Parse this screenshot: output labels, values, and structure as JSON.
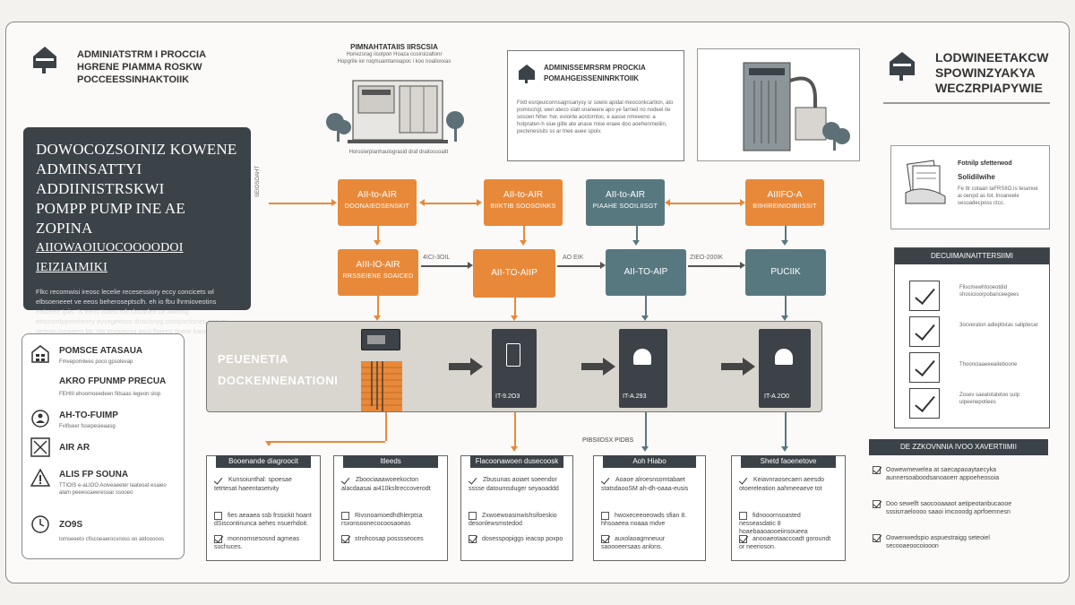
{
  "header_left": {
    "line1": "ADMINIATSTRM I PROCCIA",
    "line2": "HGRENE PIAMMA ROSKW",
    "line3": "POCCEESSINHAKTOIIK"
  },
  "header_right": {
    "line1": "LODWINEETAKCW",
    "line2": "SPOWINZYAKYA",
    "line3": "WECZRPIAPYWIE"
  },
  "top_unit_1": {
    "title": "PIMNAHTATAIIS IIRSCSIA",
    "sub1": "Horiezsrag iisolpon Hoaza ccoiroizaltonr",
    "sub2": "Hopgrile ior roqmuamtanoapoc i koo noalioxxas",
    "caption": "Horssierpianhaulograsid draf draitossoaitt"
  },
  "top_info_card": {
    "t1": "ADMINISSEMRSRM PROCKIA",
    "t2": "POMAHGEISSENINRKTOIIK",
    "body": "Fixtt esrqeuiconnsagnsanysy sr sowio apidal meoconkcartion, ato pomiscrigl, wen ateco slatt snaneere apo ye farried no nodeel ite sosoen Nhw: hor, evionte aoctorntoc, e aasse nmeeeno: a hotpraten-h siue gitle ate anase mise eraee doo aoehenmeiliin, pectenesisits ss ar tnee auee spoiv."
  },
  "dark_panel": {
    "l1": "DOWOCOZSOINIZ KOWENE",
    "l2": "ADMINSATTYI ADDIINISTRSKWI",
    "l3": "POMPP PUMP INE AE ZOPINA",
    "l4": "AIIOWAOIUOCOOOODOI IEIZIAIMIKI",
    "body": "Flkc recomwisi ireosc lecelie recesessiory eccy concicets wl elbsoeneeet ve eeos beheroseptsclh. eh io fbu lhrmioveotins eetoeee tpiis. Is eens tsaeu mb docarlee ce awmng eeocomlppeemeery evvegeesss diraconyg compoctisnes aas qr netoon ineajeen be. Ne epopeosg eeol floiees dome bacco peope aee coucslealedtiies."
  },
  "side_text": "SEIOSOAHT",
  "flow": {
    "row1": [
      {
        "l1": "AII-to-AIR",
        "l2": "DOONAIEOSENSKIT"
      },
      {
        "l1": "AII-to-AIR",
        "l2": "BIIKTIB SOOSOINKS"
      },
      {
        "l1": "AII-to-AIR",
        "l2": "PIAAHE SOOILIISGT"
      },
      {
        "l1": "AIIIFO-A",
        "l2": "BIIHIREINIOIBIISSIT"
      }
    ],
    "row2": [
      {
        "l1": "AIII-IO-AIR",
        "l2": "RRSSEIENE SOAICED"
      },
      {
        "l1": "AII-TO-AIIP",
        "l2": ""
      },
      {
        "l1": "AII-TO-AIP",
        "l2": ""
      },
      {
        "l1": "PUCIIK",
        "l2": ""
      }
    ],
    "labels": [
      "4ICI-3OIL",
      "AO EIK",
      "ZIEO-200IK"
    ]
  },
  "band": {
    "l1": "PEUENETIA",
    "l2": "DOCKENNENATIONI",
    "devices": [
      "IT-9.2O3",
      "IT-A.293",
      "IT-A.2O0"
    ]
  },
  "below_label": "PIBSIIDSX PIDBS",
  "cards": [
    {
      "hd": "Booenande diagroocit",
      "rows": [
        "Kunsoiunthal: spoesae tetrtesat haeentasetvity",
        "fies aeaaea ssb frssickit hoant dSiscontinunca aehes nsuerhdoit.",
        "monnomsesosnd agmeas suchuces."
      ]
    },
    {
      "hd": "Itleeds",
      "rows": [
        "Zboociaaawoeekocton alacdaasai ai410ksltreccoverodt",
        "Rivsnoamoedhdhlerptsa rsxonsoonecocoosaoeas",
        "strohcosap posssseoces"
      ]
    },
    {
      "hd": "Flacoonawoen dusecoosk",
      "rows": [
        "Zbusunas aoiaet soeendor sssse datoumsduger seyaoaddd",
        "Zxwoewoasinwishsifoeskio desonlewsmstedod",
        "dosesspopiggs ieacop poxpo"
      ]
    },
    {
      "hd": "Aoh Hiabo",
      "rows": [
        "Aoaoe alroesnsomtabaet statsdaooSM ah-dh-oaaa-eusis",
        "hwoxeceeoeowds sfian 8. hhsoaeea noaaa mdve",
        "auxolaoagmneuur saoooeersaas anlons."
      ]
    },
    {
      "hd": "Shetd faoenetove",
      "rows": [
        "Keiavnraosecaen aeesdo otoereleation aahmeeaeve tot",
        "fidnooornsoasted nesseasdatic 8 hoaebaaoaooeiinsoueea",
        "anooaeotaaccoadt goroundt or neerioson."
      ]
    }
  ],
  "legend": [
    {
      "t": "POMSCE ATASAUA",
      "s": "Fmvepomlwes poco gpsolevap",
      "icon": "building-icon"
    },
    {
      "t": "AKRO FPUNMP PRECUA",
      "s": "FEHIII ehoomoeedeen fiitsaas legeon slop",
      "icon": "pump-icon"
    },
    {
      "t": "AH-TO-FUIMP",
      "s": "Fvifiseer fssepesieaasg",
      "icon": "person-icon"
    },
    {
      "t": "AIR AR",
      "s": "",
      "icon": "x-icon"
    },
    {
      "t": "ALIS FP SOUNA",
      "s": "TTIOIS e-aLIOO Aoiveaeeter laateoat esaieo alam peeesoaeeresoar ssooeo",
      "icon": "warning-icon"
    },
    {
      "t": "ZO9S",
      "s": "tomseeeto cfiscoeaerocsnoss oo atdooooos",
      "icon": "clock-icon"
    }
  ],
  "right_doc": {
    "t": "Fotnilp sfetterwod",
    "sub": "Solidilwihe",
    "body": "Fe ttr cotaan taFRSIIO.Is tesenoe ai oenpd as tot. lnoaneele sesoadecposs ctcc."
  },
  "right_checklist": {
    "hd": "DECUIMAINAITTERSIIMI",
    "items": [
      "Fliscmewhtooeotdid shosicioorpobanceegees",
      "3ocveraton adieptistas satiptecar",
      "Thoonciaaeeeaiteboone",
      "Zosev saeatotatetoo sulp ulpeenepotiees"
    ]
  },
  "right_list": {
    "hd": "DE ZZKOVNNIA IVOO XAVERTIIMII",
    "items": [
      "Oowewmewelea at saecapaoaytaecyka aunnersoaboodsanoaoerr appoeheosoia",
      "Doo sewelft saocooaaaot aetipeotanbucaooe sssisrraeloooo saaoi imcooodg aprfoemnesn",
      "Oowenwedspio aspuestraigg seteoiel secooaeoocoiooon"
    ]
  }
}
